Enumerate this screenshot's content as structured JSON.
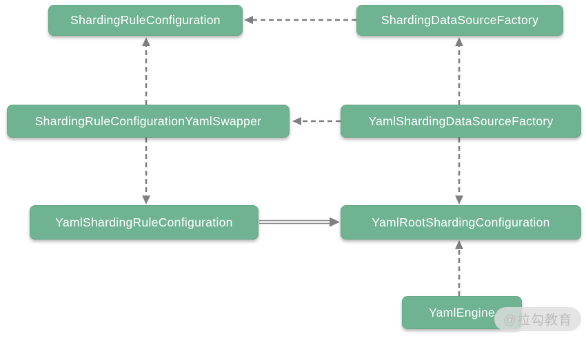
{
  "diagram": {
    "description": "Class relationship diagram for ShardingSphere YAML configuration loading",
    "colors": {
      "node_fill": "#6FB392",
      "node_text": "#ffffff",
      "arrow": "#7f7f7f",
      "background": "#ffffff",
      "watermark_bg": "#dedede",
      "watermark_text": "#bdbdbd"
    },
    "nodes": {
      "sharding_rule_configuration": {
        "label": "ShardingRuleConfiguration"
      },
      "sharding_data_source_factory": {
        "label": "ShardingDataSourceFactory"
      },
      "sharding_rule_configuration_yaml_swapper": {
        "label": "ShardingRuleConfigurationYamlSwapper"
      },
      "yaml_sharding_data_source_factory": {
        "label": "YamlShardingDataSourceFactory"
      },
      "yaml_sharding_rule_configuration": {
        "label": "YamlShardingRuleConfiguration"
      },
      "yaml_root_sharding_configuration": {
        "label": "YamlRootShardingConfiguration"
      },
      "yaml_engine": {
        "label": "YamlEngine"
      }
    },
    "edges": [
      {
        "from": "sharding_data_source_factory",
        "to": "sharding_rule_configuration",
        "style": "dashed",
        "direction": "left"
      },
      {
        "from": "sharding_rule_configuration_yaml_swapper",
        "to": "sharding_rule_configuration",
        "style": "dashed",
        "direction": "up"
      },
      {
        "from": "yaml_sharding_data_source_factory",
        "to": "sharding_data_source_factory",
        "style": "dashed",
        "direction": "up"
      },
      {
        "from": "yaml_sharding_data_source_factory",
        "to": "sharding_rule_configuration_yaml_swapper",
        "style": "dashed",
        "direction": "left"
      },
      {
        "from": "sharding_rule_configuration_yaml_swapper",
        "to": "yaml_sharding_rule_configuration",
        "style": "dashed",
        "direction": "down"
      },
      {
        "from": "yaml_sharding_data_source_factory",
        "to": "yaml_root_sharding_configuration",
        "style": "dashed",
        "direction": "down"
      },
      {
        "from": "yaml_sharding_rule_configuration",
        "to": "yaml_root_sharding_configuration",
        "style": "solid",
        "direction": "right"
      },
      {
        "from": "yaml_engine",
        "to": "yaml_root_sharding_configuration",
        "style": "dashed",
        "direction": "up"
      }
    ],
    "watermark": {
      "label": "@拉勾教育"
    }
  }
}
